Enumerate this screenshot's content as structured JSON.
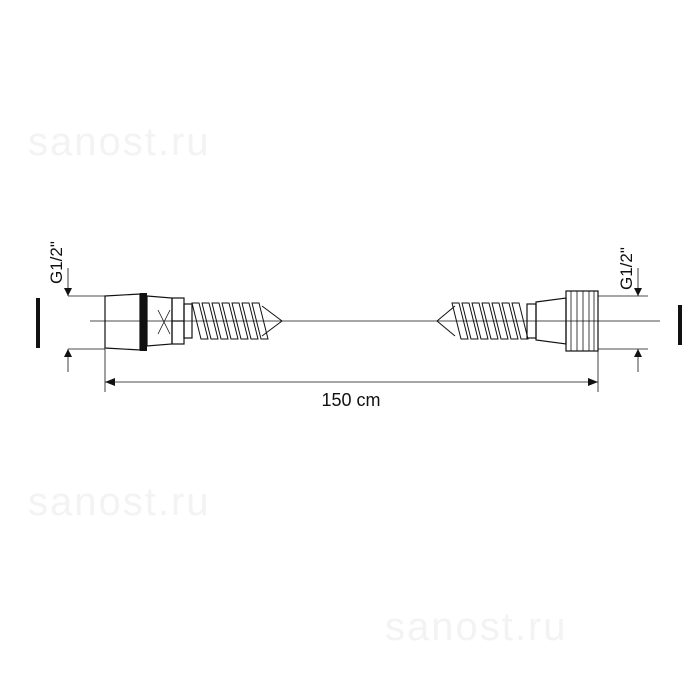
{
  "watermark": {
    "text": "sanost.ru"
  },
  "drawing": {
    "left_thread_label": "G1/2\"",
    "right_thread_label": "G1/2\"",
    "length_label": "150 cm"
  },
  "colors": {
    "line": "#111111",
    "watermark": "#f3f3f3",
    "background": "#ffffff"
  }
}
